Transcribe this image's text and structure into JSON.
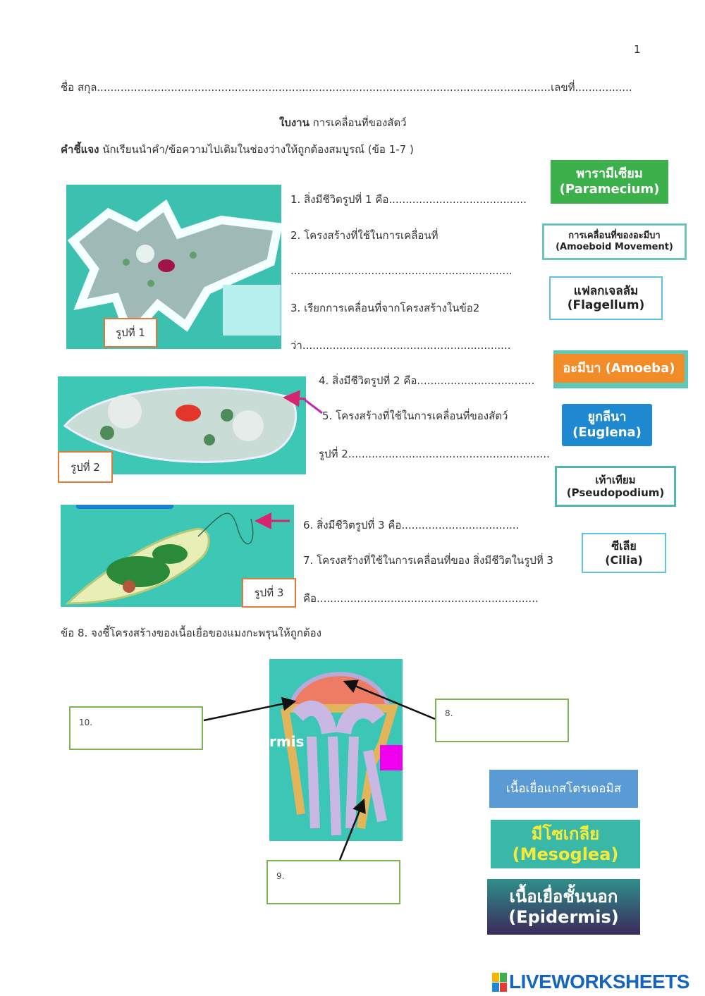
{
  "page_number": "1",
  "header": {
    "name_line": "ชื่อ สกุล.......................................................................................................................................เลขที่.................",
    "title_bold": "ใบงาน",
    "title_rest": " การเคลื่อนที่ของสัตว์",
    "instr_bold": "คำชี้แจง",
    "instr_rest": " นักเรียนนำคำ/ข้อความไปเติมในช่องว่างให้ถูกต้องสมบูรณ์ (ข้อ 1-7 )"
  },
  "figures": {
    "fig1": "รูปที่ 1",
    "fig2": "รูปที่ 2",
    "fig3": "รูปที่ 3"
  },
  "questions": {
    "q1": "1. สิ่งมีชีวิตรูปที่ 1 คือ.........................................",
    "q2": "2. โครงสร้างที่ใช้ในการเคลื่อนที่",
    "q2_line": "..................................................................",
    "q3": "3. เรียกการเคลื่อนที่จากโครงสร้างในข้อ2",
    "q3_line": "ว่า..............................................................",
    "q4": "4. สิ่งมีชีวิตรูปที่ 2 คือ...................................",
    "q5": "5. โครงสร้างที่ใช้ในการเคลื่อนที่ของสัตว์",
    "q5_line": "รูปที่ 2............................................................",
    "q6": "6. สิ่งมีชีวิตรูปที่ 3 คือ...................................",
    "q7": "7. โครงสร้างที่ใช้ในการเคลื่อนที่ของ สิ่งมีชีวิตในรูปที่ 3",
    "q7_line": "คือ..................................................................",
    "q8": "ข้อ 8. จงชี้โครงสร้างของเนื้อเยื่อของแมงกะพรุนให้ถูกต้อง"
  },
  "answer_boxes": {
    "a8": "8.",
    "a9": "9.",
    "a10": "10."
  },
  "jelly_partial_label": "rmis",
  "word_cards": [
    {
      "th": "พารามีเซียม",
      "en": "(Paramecium)",
      "color": "#3cb04a"
    },
    {
      "th": "การเคลื่อนที่ของอะมีบา",
      "en": "(Amoeboid Movement)"
    },
    {
      "th": "แฟลกเจลลัม",
      "en": "(Flagellum)"
    },
    {
      "th": "อะมีบา (Amoeba)",
      "color": "#f28c28"
    },
    {
      "th": "ยูกลีนา",
      "en": "(Euglena)",
      "color": "#1e88d0"
    },
    {
      "th": "เท้าเทียม",
      "en": "(Pseudopodium)"
    },
    {
      "th": "ซีเลีย",
      "en": "(Cilia)"
    },
    {
      "th": "เนื้อเยื่อแกสโตรเดอมิส",
      "color": "#5b9bd5"
    },
    {
      "th": "มีโซเกลีย",
      "en": "(Mesoglea)",
      "color": "#f5e93a"
    },
    {
      "th": "เนื้อเยื่อชั้นนอก",
      "en": "(Epidermis)"
    }
  ],
  "logo": {
    "text": "LIVEWORKSHEETS",
    "color": "#1565c0"
  }
}
